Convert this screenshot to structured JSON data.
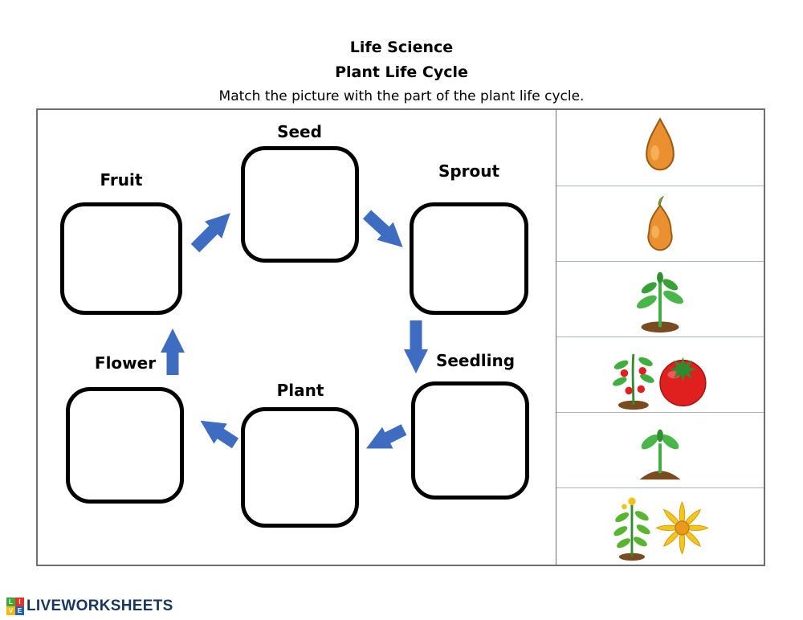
{
  "header": {
    "title": "Life Science",
    "subtitle": "Plant Life Cycle",
    "instructions": "Match the picture with the part of the plant life cycle."
  },
  "cycle": {
    "stages": [
      {
        "label": "Seed"
      },
      {
        "label": "Sprout"
      },
      {
        "label": "Seedling"
      },
      {
        "label": "Plant"
      },
      {
        "label": "Flower"
      },
      {
        "label": "Fruit"
      }
    ]
  },
  "answer_column": {
    "items": [
      {
        "icon": "seed-image"
      },
      {
        "icon": "sprout-image"
      },
      {
        "icon": "seedling-image"
      },
      {
        "icon": "tomato-plant-and-tomato-image"
      },
      {
        "icon": "young-plant-image"
      },
      {
        "icon": "plant-with-yellow-flower-image"
      }
    ]
  },
  "colors": {
    "arrow": "#3d6cc0",
    "box_border": "#000000",
    "frame_border": "#6e6e6e",
    "row_separator": "#a9b4c8",
    "brand_text": "#17375e"
  },
  "footer": {
    "logo_letters": [
      "L",
      "I",
      "V",
      "E"
    ],
    "brand": "LIVEWORKSHEETS"
  }
}
